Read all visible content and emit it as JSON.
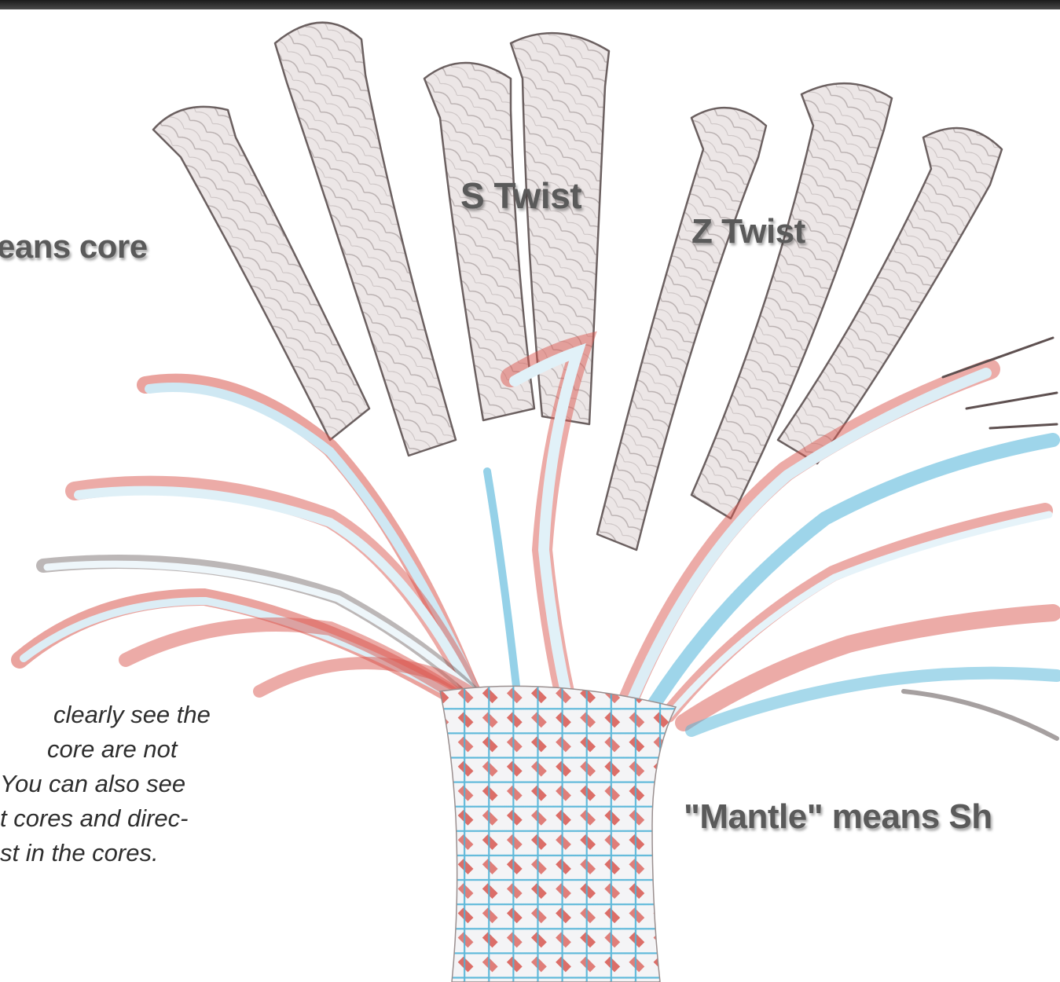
{
  "labels": {
    "core": "eans core",
    "s_twist": "S Twist",
    "z_twist": "Z Twist",
    "mantle": "\"Mantle\" means  Sh"
  },
  "caption": {
    "lines": [
      "clearly see the",
      "core are not",
      "You can also see",
      "t cores and direc-",
      "st in the cores."
    ]
  },
  "colors": {
    "strand_fill": "#ece6e6",
    "strand_outline": "#6b6060",
    "mantle_red": "#d9574f",
    "mantle_blue": "#4fb3d8",
    "label_text": "#5a5a5a"
  }
}
